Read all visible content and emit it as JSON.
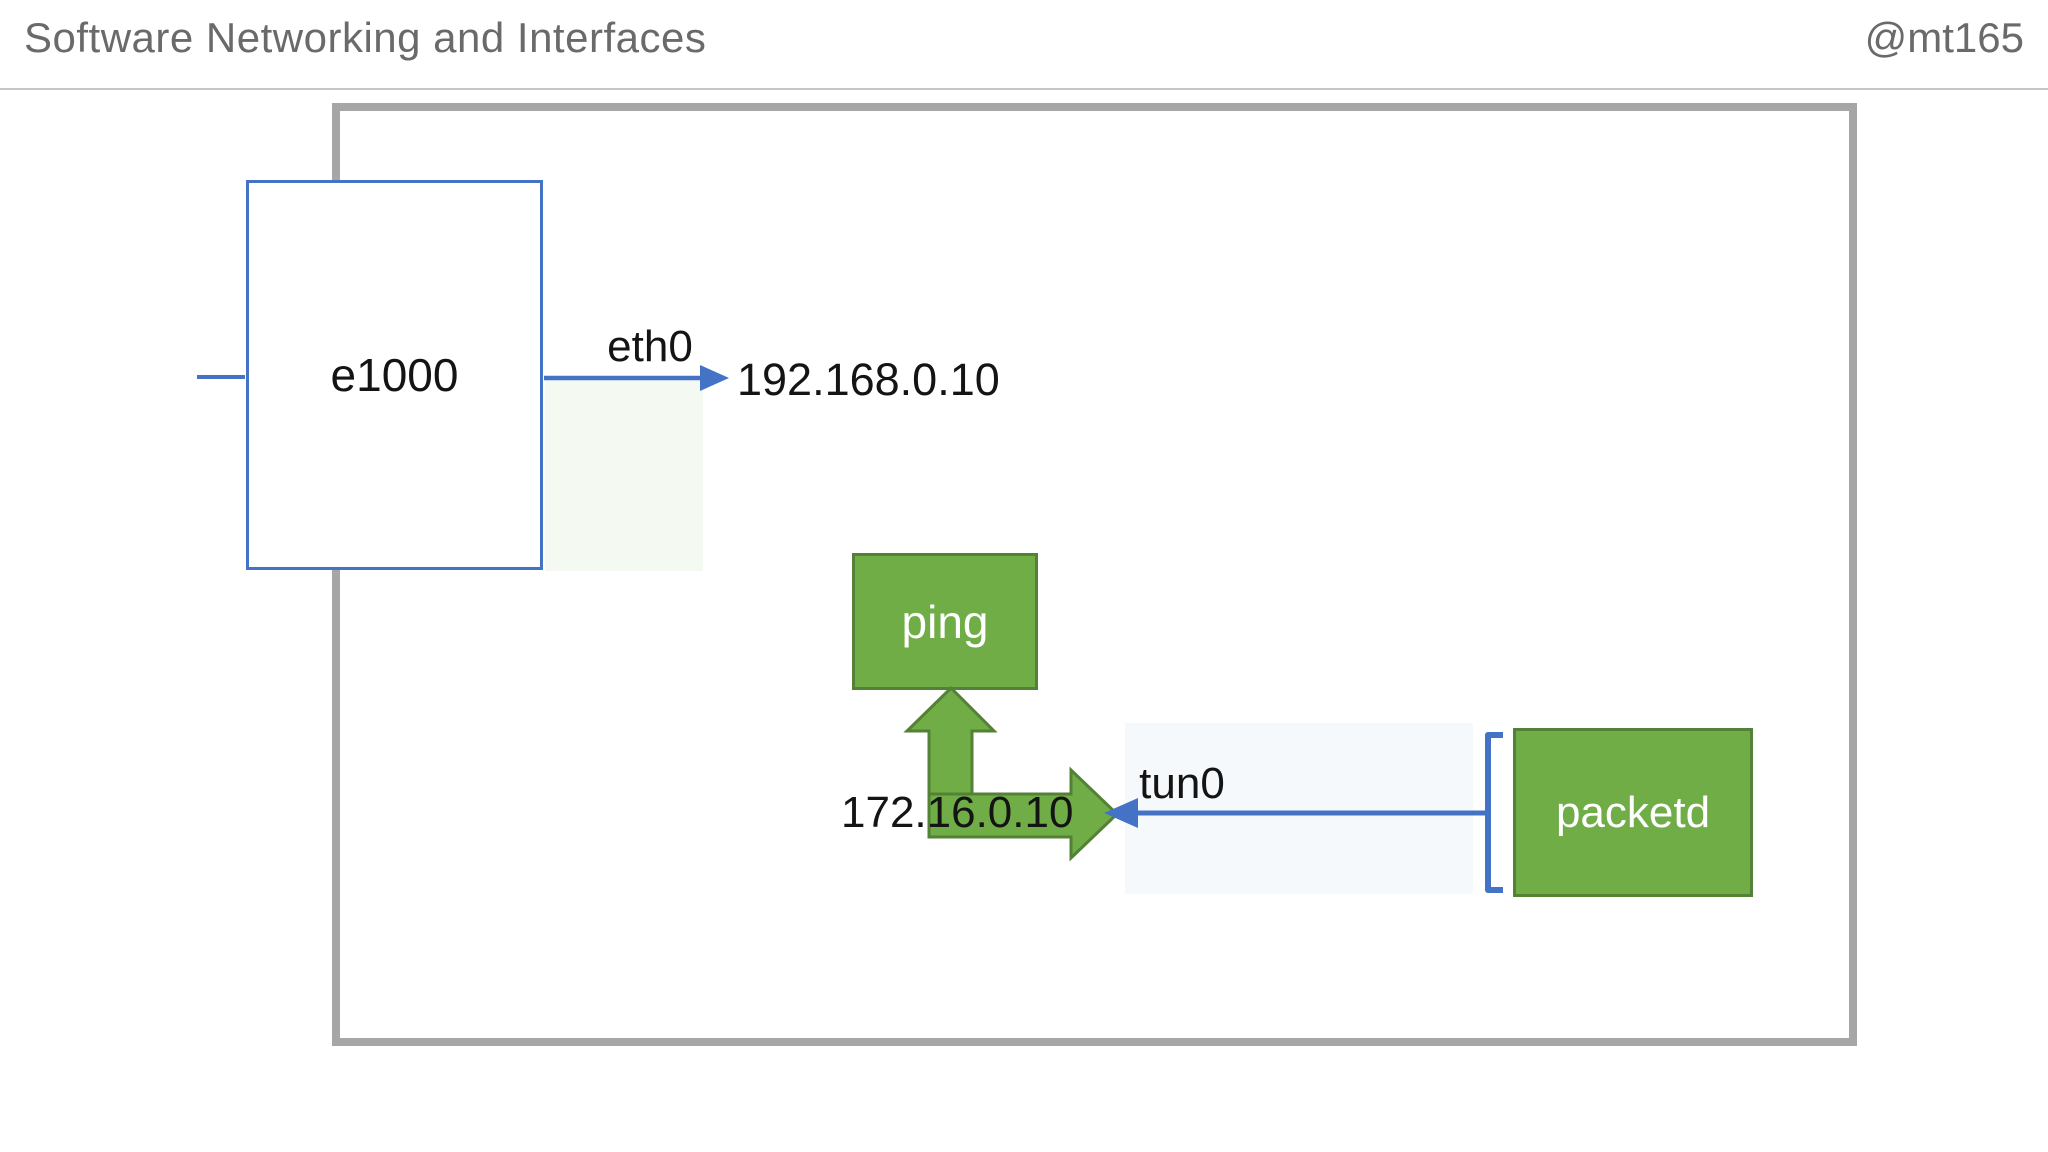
{
  "slide": {
    "title": "Software Networking and Interfaces",
    "handle": "@mt165"
  },
  "diagram": {
    "nic_label": "e1000",
    "eth_interface": "eth0",
    "eth_ip": "192.168.0.10",
    "tun_interface": "tun0",
    "tun_ip": "172.16.0.10",
    "ping_label": "ping",
    "packetd_label": "packetd"
  },
  "colors": {
    "accent_blue": "#4472C4",
    "process_green_fill": "#70AD47",
    "process_green_border": "#538135",
    "host_border_gray": "#A6A6A6",
    "header_text_gray": "#6A6A6A"
  }
}
